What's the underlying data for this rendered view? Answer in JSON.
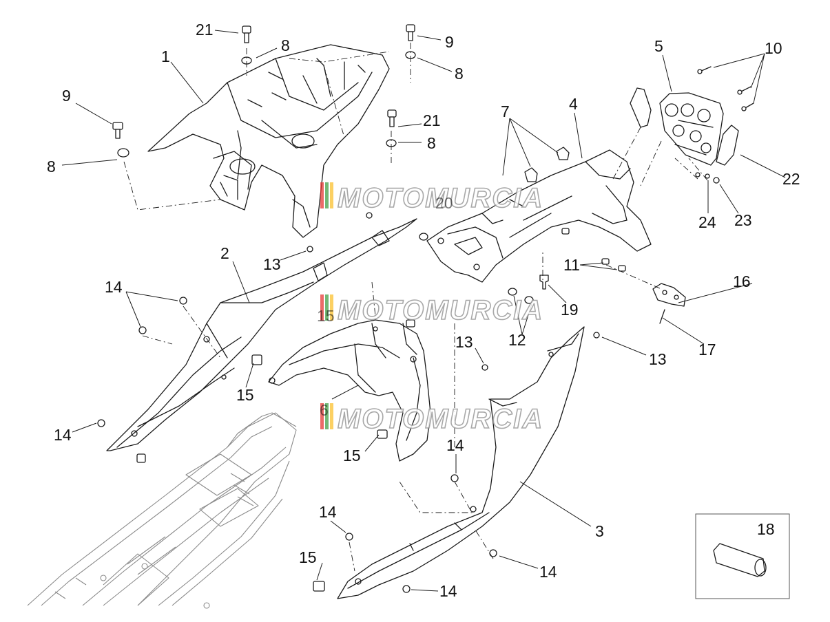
{
  "diagram": {
    "callouts": [
      {
        "id": "c1",
        "text": "1"
      },
      {
        "id": "c2",
        "text": "2"
      },
      {
        "id": "c3",
        "text": "3"
      },
      {
        "id": "c4",
        "text": "4"
      },
      {
        "id": "c5",
        "text": "5"
      },
      {
        "id": "c6",
        "text": "6"
      },
      {
        "id": "c7",
        "text": "7"
      },
      {
        "id": "c8a",
        "text": "8"
      },
      {
        "id": "c8b",
        "text": "8"
      },
      {
        "id": "c8c",
        "text": "8"
      },
      {
        "id": "c8d",
        "text": "8"
      },
      {
        "id": "c9a",
        "text": "9"
      },
      {
        "id": "c9b",
        "text": "9"
      },
      {
        "id": "c10",
        "text": "10"
      },
      {
        "id": "c11",
        "text": "11"
      },
      {
        "id": "c12",
        "text": "12"
      },
      {
        "id": "c13a",
        "text": "13"
      },
      {
        "id": "c13b",
        "text": "13"
      },
      {
        "id": "c13c",
        "text": "13"
      },
      {
        "id": "c14a",
        "text": "14"
      },
      {
        "id": "c14b",
        "text": "14"
      },
      {
        "id": "c14c",
        "text": "14"
      },
      {
        "id": "c14d",
        "text": "14"
      },
      {
        "id": "c14e",
        "text": "14"
      },
      {
        "id": "c14f",
        "text": "14"
      },
      {
        "id": "c15a",
        "text": "15"
      },
      {
        "id": "c15b",
        "text": "15"
      },
      {
        "id": "c15c",
        "text": "15"
      },
      {
        "id": "c15d",
        "text": "15"
      },
      {
        "id": "c16",
        "text": "16"
      },
      {
        "id": "c17",
        "text": "17"
      },
      {
        "id": "c18",
        "text": "18"
      },
      {
        "id": "c19",
        "text": "19"
      },
      {
        "id": "c20",
        "text": "20"
      },
      {
        "id": "c21a",
        "text": "21"
      },
      {
        "id": "c21b",
        "text": "21"
      },
      {
        "id": "c22",
        "text": "22"
      },
      {
        "id": "c23",
        "text": "23"
      },
      {
        "id": "c24",
        "text": "24"
      }
    ]
  },
  "watermark": {
    "text": "MOTOMURCIA",
    "colors": [
      "#e53935",
      "#43a047",
      "#fbc02d"
    ]
  }
}
